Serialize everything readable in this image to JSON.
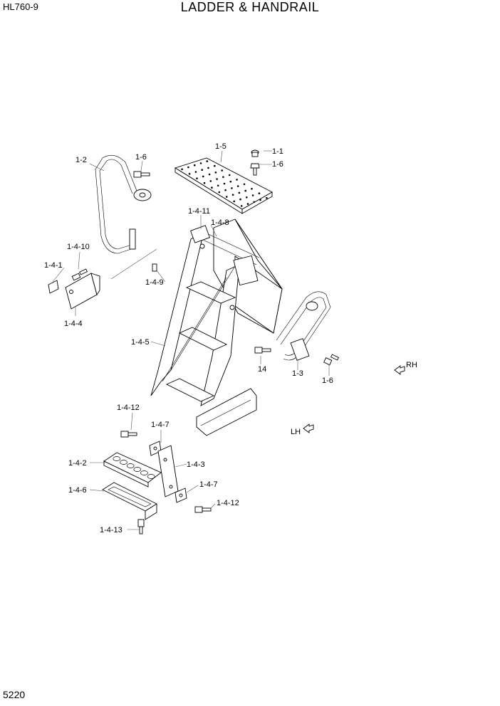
{
  "header": {
    "model": "HL760-9",
    "title": "LADDER & HANDRAIL"
  },
  "footer": {
    "page_number": "5220"
  },
  "callouts": {
    "c_1_1": "1-1",
    "c_1_6_top_right": "1-6",
    "c_1_5": "1-5",
    "c_1_2": "1-2",
    "c_1_6_top_left": "1-6",
    "c_1_4_11": "1-4-11",
    "c_1_4_8": "1-4-8",
    "c_1_4_10": "1-4-10",
    "c_1_4_1": "1-4-1",
    "c_1_4_9": "1-4-9",
    "c_1_4_4": "1-4-4",
    "c_1_4_5": "1-4-5",
    "c_14": "14",
    "c_1_3": "1-3",
    "c_1_6_bottom": "1-6",
    "c_rh": "RH",
    "c_lh": "LH",
    "c_1_4_12_top": "1-4-12",
    "c_1_4_7_top": "1-4-7",
    "c_1_4_2": "1-4-2",
    "c_1_4_3": "1-4-3",
    "c_1_4_6": "1-4-6",
    "c_1_4_7_bottom": "1-4-7",
    "c_1_4_12_bottom": "1-4-12",
    "c_1_4_13": "1-4-13"
  }
}
